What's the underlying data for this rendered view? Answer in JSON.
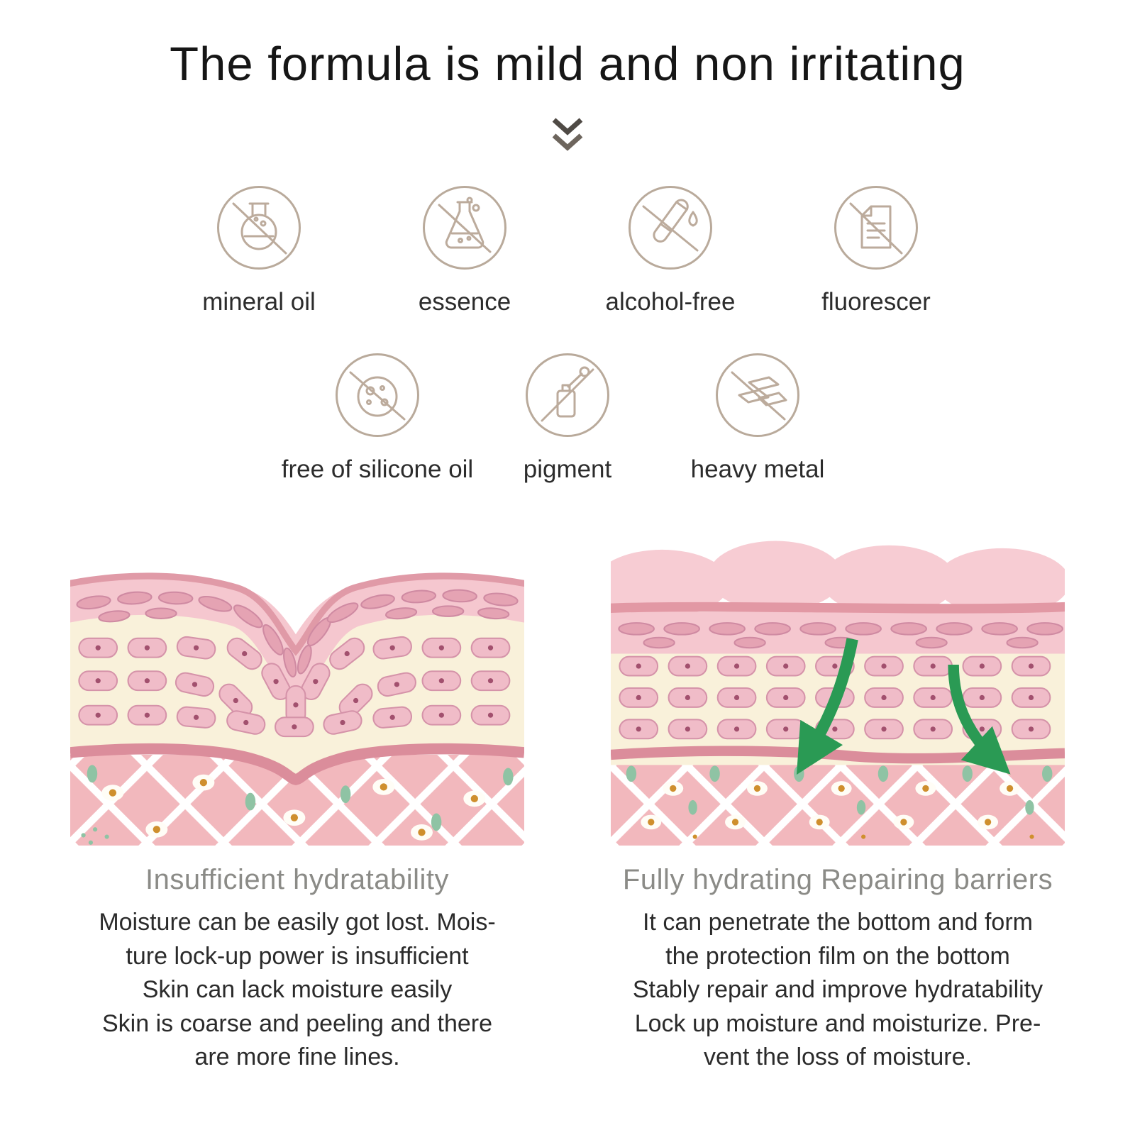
{
  "title": "The formula is mild and non irritating",
  "colors": {
    "icon_tan": "#b9aa9b",
    "arrow_green": "#2a9a54",
    "heading_gray": "#8b8b87",
    "skin_pink": "#f5c7cf",
    "orange_dot": "#cf8f2d"
  },
  "features_row1": [
    {
      "label": "mineral oil",
      "icon": "round-flask-icon"
    },
    {
      "label": "essence",
      "icon": "conical-flask-icon"
    },
    {
      "label": "alcohol-free",
      "icon": "test-tube-icon"
    },
    {
      "label": "fluorescer",
      "icon": "document-icon"
    }
  ],
  "features_row2": [
    {
      "label": "free of silicone oil",
      "icon": "petri-dish-icon"
    },
    {
      "label": "pigment",
      "icon": "dropper-bottle-icon"
    },
    {
      "label": "heavy metal",
      "icon": "metal-ingots-icon"
    }
  ],
  "panels": {
    "left": {
      "heading": "Insufficient hydratability",
      "text": "Moisture can be easily got lost. Mois-\nture lock-up power is insufficient\nSkin can lack moisture easily\nSkin is coarse and peeling and there\nare more fine lines."
    },
    "right": {
      "heading": "Fully hydrating Repairing barriers",
      "text": "It can penetrate the bottom and form\nthe protection film on the bottom\nStably repair and improve hydratability\nLock up moisture and moisturize. Pre-\nvent the loss of moisture."
    }
  }
}
